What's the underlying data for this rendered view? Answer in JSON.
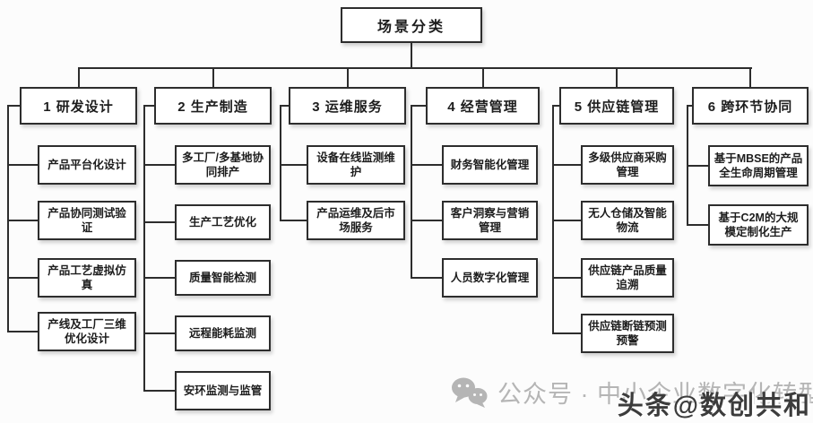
{
  "root": {
    "label": "场景分类"
  },
  "branches": [
    {
      "label": "1 研发设计",
      "children": [
        "产品平台化设计",
        "产品协同测试验证",
        "产品工艺虚拟仿真",
        "产线及工厂三维优化设计"
      ]
    },
    {
      "label": "2 生产制造",
      "children": [
        "多工厂/多基地协同排产",
        "生产工艺优化",
        "质量智能检测",
        "远程能耗监测",
        "安环监测与监管"
      ]
    },
    {
      "label": "3 运维服务",
      "children": [
        "设备在线监测维护",
        "产品运维及后市场服务"
      ]
    },
    {
      "label": "4 经营管理",
      "children": [
        "财务智能化管理",
        "客户洞察与营销管理",
        "人员数字化管理"
      ]
    },
    {
      "label": "5 供应链管理",
      "children": [
        "多级供应商采购管理",
        "无人仓储及智能物流",
        "供应链产品质量追溯",
        "供应链断链预测预警"
      ]
    },
    {
      "label": "6 跨环节协同",
      "children": [
        "基于MBSE的产品全生命周期管理",
        "基于C2M的大规模定制化生产"
      ]
    }
  ],
  "watermark": {
    "wechat": "公众号 · 中小企业数字化转型",
    "toutiao": "头条@数创共和"
  },
  "colors": {
    "line": "#2d2d2d",
    "box_border": "#2d2d2d",
    "box_bg": "#ffffff",
    "page_bg": "#fcfcfc",
    "watermark_gray": "#b5b5b5",
    "watermark_dark": "#3c3c3c"
  }
}
